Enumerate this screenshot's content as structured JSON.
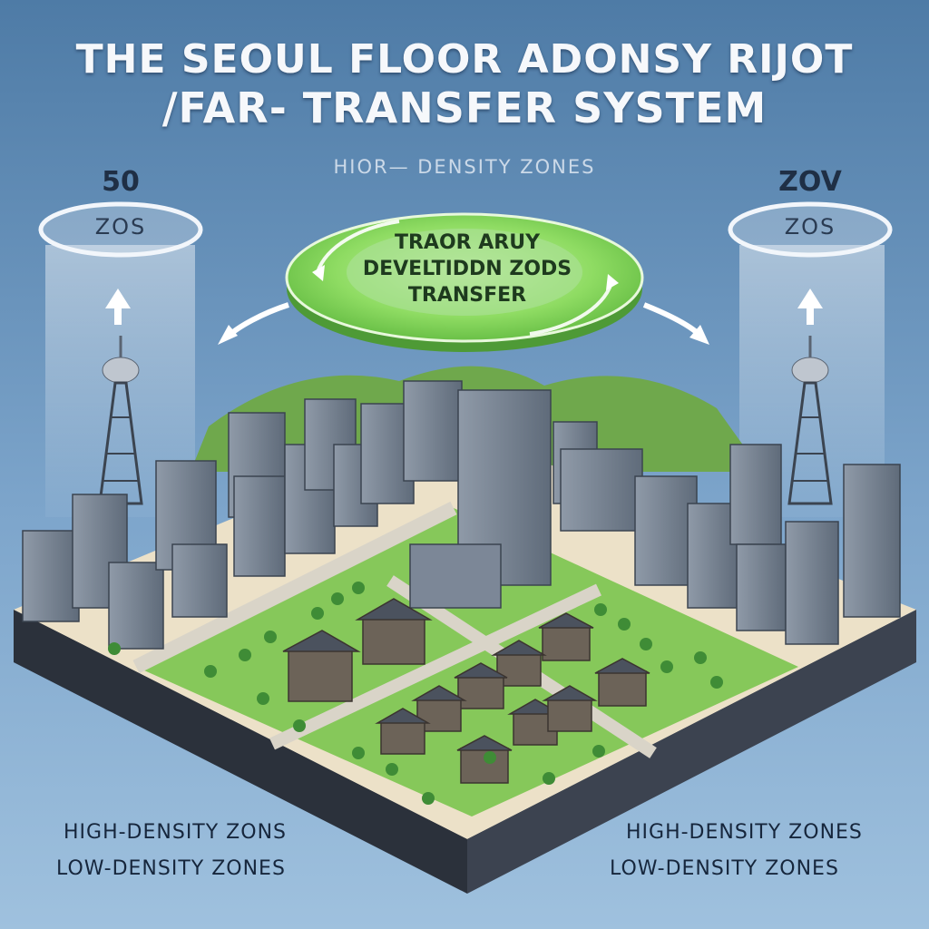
{
  "title": {
    "line1": "THE SEOUL FLOOR ADONSY RIJOT",
    "line2": "/FAR- TRANSFER SYSTEM"
  },
  "subtitle": "HIOR— DENSITY ZONES",
  "left_marker": {
    "number": "50",
    "ellipse_label": "ZOS"
  },
  "right_marker": {
    "number": "ZOV",
    "ellipse_label": "ZOS"
  },
  "transfer_disc": {
    "line1": "TRAOR ARUY",
    "line2": "DEVELTIDDN ZODS",
    "line3": "TRANSFER"
  },
  "legend_left": {
    "high": "HIGH-DENSITY ZONS",
    "low": "LOW-DENSITY ZONES"
  },
  "legend_right": {
    "high": "HIGH-DENSITY ZONES",
    "low": "LOW-DENSITY ZONES"
  },
  "colors": {
    "background_top": "#4e7ba6",
    "background_bottom": "#9fc1de",
    "disc_green": "#7fd35a",
    "grass": "#86c85a",
    "hills": "#6fa84c",
    "platform_top": "#ece1c8",
    "platform_side": "#343a45"
  }
}
